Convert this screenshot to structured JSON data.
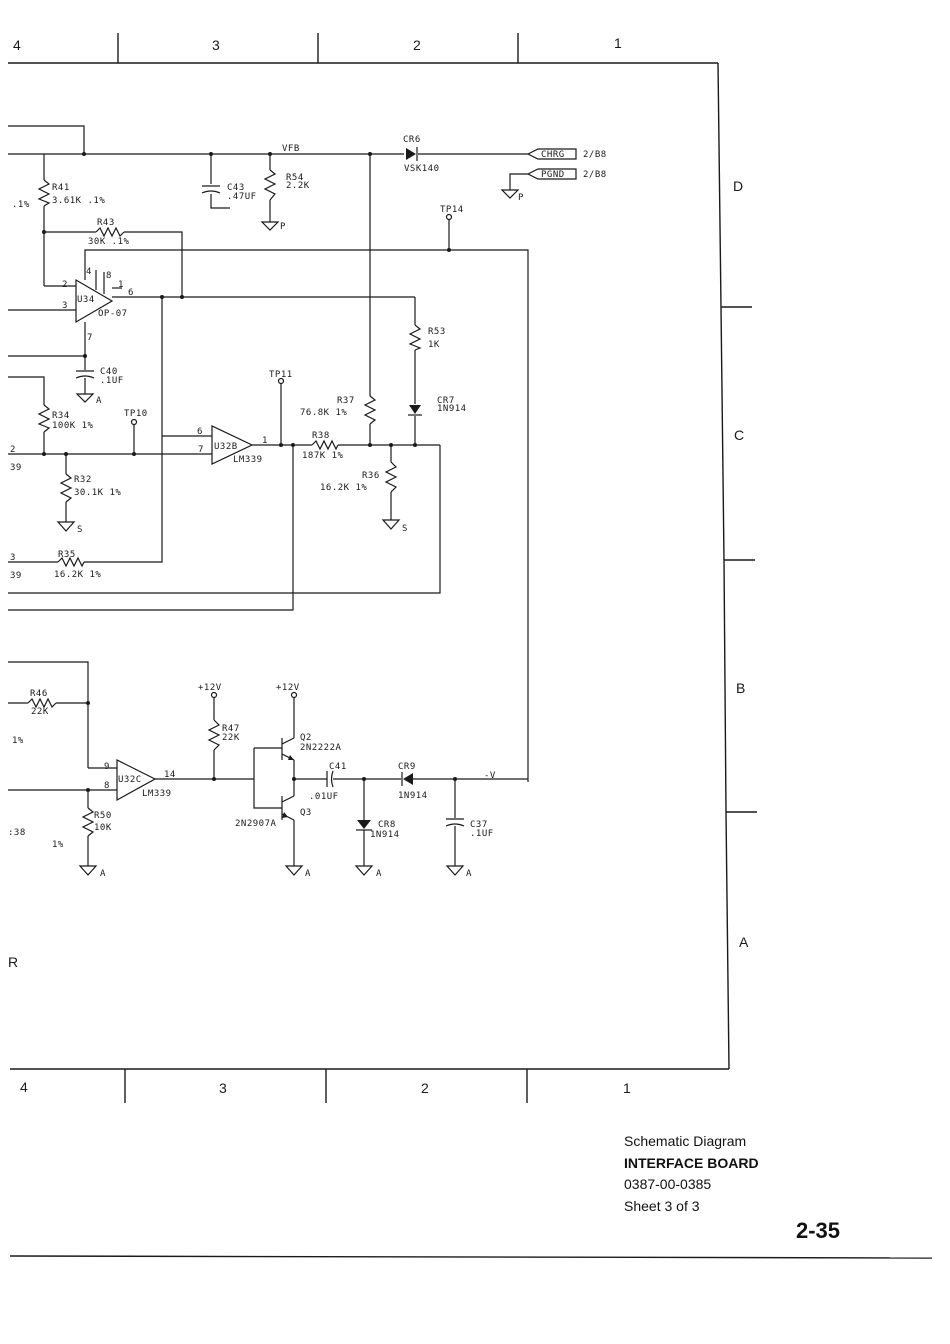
{
  "zones": {
    "top": [
      "4",
      "3",
      "2",
      "1"
    ],
    "bottom": [
      "4",
      "3",
      "2",
      "1"
    ],
    "right": [
      "D",
      "C",
      "B",
      "A"
    ]
  },
  "nets": {
    "vfb": "VFB",
    "neg_v": "-V",
    "chrg": "CHRG",
    "pgnd": "PGND",
    "chrg_ref": "2/B8",
    "pgnd_ref": "2/B8"
  },
  "components": {
    "cr6": {
      "ref": "CR6",
      "value": "VSK140"
    },
    "c43": {
      "ref": "C43",
      "value": ".47UF"
    },
    "r54": {
      "ref": "R54",
      "value": "2.2K"
    },
    "r41": {
      "ref": "R41",
      "value": "3.61K .1%"
    },
    "r43": {
      "ref": "R43",
      "value": "30K .1%"
    },
    "u34": {
      "ref": "U34",
      "value": "OP-07"
    },
    "c40": {
      "ref": "C40",
      "value": ".1UF"
    },
    "r53": {
      "ref": "R53",
      "value": "1K"
    },
    "cr7": {
      "ref": "CR7",
      "value": "1N914"
    },
    "r37": {
      "ref": "R37",
      "value": "76.8K 1%"
    },
    "r38": {
      "ref": "R38",
      "value": "187K 1%"
    },
    "r36": {
      "ref": "R36",
      "value": "16.2K 1%"
    },
    "u32b": {
      "ref": "U32B",
      "value": "LM339"
    },
    "r34": {
      "ref": "R34",
      "value": "100K 1%"
    },
    "r32": {
      "ref": "R32",
      "value": "30.1K 1%"
    },
    "r35": {
      "ref": "R35",
      "value": "16.2K 1%"
    },
    "r46": {
      "ref": "R46",
      "value": "22K"
    },
    "u32c": {
      "ref": "U32C",
      "value": "LM339"
    },
    "r50": {
      "ref": "R50",
      "value": "10K"
    },
    "r47": {
      "ref": "R47",
      "value": "22K"
    },
    "q2": {
      "ref": "Q2",
      "value": "2N2222A"
    },
    "q3": {
      "ref": "Q3",
      "value": "2N2907A"
    },
    "c41": {
      "ref": "C41",
      "value": ".01UF"
    },
    "cr8": {
      "ref": "CR8",
      "value": "1N914"
    },
    "cr9": {
      "ref": "CR9",
      "value": "1N914"
    },
    "c37": {
      "ref": "C37",
      "value": ".1UF"
    }
  },
  "test_points": {
    "tp14": "TP14",
    "tp11": "TP11",
    "tp10": "TP10"
  },
  "supplies": {
    "p12v_a": "+12V",
    "p12v_b": "+12V"
  },
  "grounds": {
    "p": "P",
    "a": "A",
    "s": "S"
  },
  "pins": {
    "u34_p2": "2",
    "u34_p3": "3",
    "u34_p4": "4",
    "u34_p8": "8",
    "u34_p1": "1",
    "u34_p6": "6",
    "u34_p7": "7",
    "u32b_p6": "6",
    "u32b_p7": "7",
    "u32b_p1": "1",
    "u32c_p9": "9",
    "u32c_p8": "8",
    "u32c_p14": "14"
  },
  "fragments": {
    "r41_tol": ".1%",
    "r46_tol": "1%",
    "f_2": "2",
    "f_39a": "39",
    "f_3": "3",
    "f_39b": "39",
    "f_38": ":38",
    "f_1pct": "1%",
    "f_r": "R"
  },
  "title_block": {
    "line1": "Schematic Diagram",
    "line2": "INTERFACE BOARD",
    "line3": "0387-00-0385",
    "line4": "Sheet 3 of 3"
  },
  "page_number": "2-35"
}
